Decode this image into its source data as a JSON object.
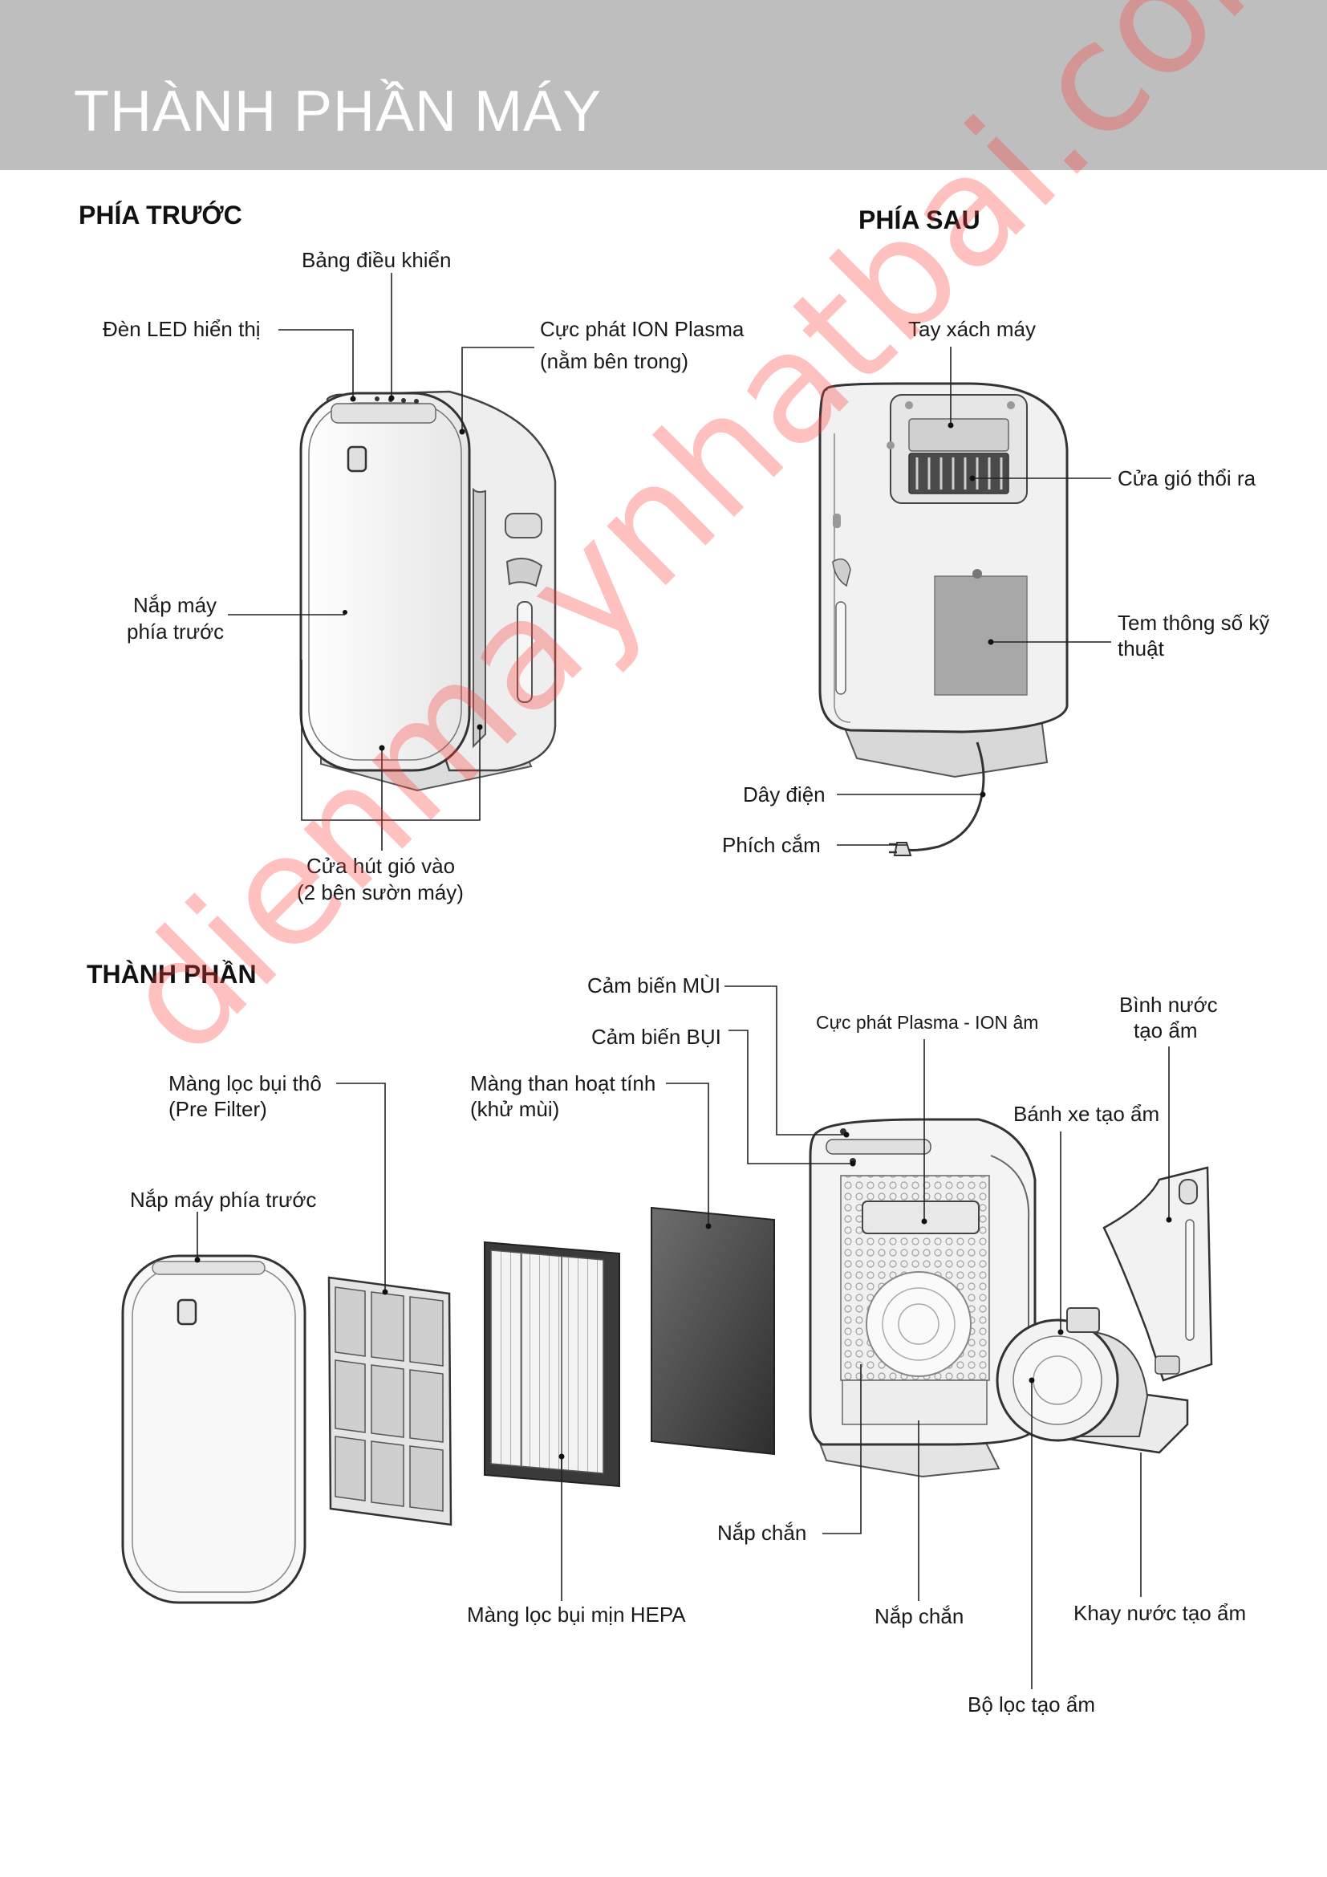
{
  "page": {
    "title": "THÀNH PHẦN MÁY"
  },
  "front": {
    "heading": "PHÍA TRƯỚC",
    "labels": {
      "control_panel": "Bảng điều khiển",
      "led": "Đèn LED hiển thị",
      "ion_plasma_line1": "Cực phát ION Plasma",
      "ion_plasma_line2": "(nằm bên trong)",
      "front_cover_line1": "Nắp máy",
      "front_cover_line2": "phía trước",
      "air_intake_line1": "Cửa hút gió vào",
      "air_intake_line2": "(2 bên sườn máy)"
    }
  },
  "back": {
    "heading": "PHÍA SAU",
    "labels": {
      "handle": "Tay xách máy",
      "air_outlet": "Cửa gió thổi ra",
      "spec_label_line1": "Tem thông số kỹ",
      "spec_label_line2": "thuật",
      "power_cord": "Dây điện",
      "plug": "Phích cắm"
    }
  },
  "parts": {
    "heading": "THÀNH PHẦN",
    "labels": {
      "odor_sensor": "Cảm biến MÙI",
      "dust_sensor": "Cảm biến BỤI",
      "plasma_ion": "Cực phát Plasma - ION âm",
      "water_tank_line1": "Bình nước",
      "water_tank_line2": "tạo ẩm",
      "humidify_wheel": "Bánh xe tạo ẩm",
      "pre_filter_line1": "Màng lọc bụi thô",
      "pre_filter_line2": "(Pre Filter)",
      "carbon_line1": "Màng than hoạt tính",
      "carbon_line2": "(khử mùi)",
      "front_cover": "Nắp máy phía trước",
      "cover_a": "Nắp chắn",
      "hepa": "Màng lọc bụi mịn HEPA",
      "cover_b": "Nắp chắn",
      "water_tray": "Khay nước tạo ẩm",
      "humidify_filter": "Bộ lọc tạo ẩm"
    }
  },
  "watermark": "dienmaynhatbai.com",
  "colors": {
    "banner": "#bebebe",
    "watermark": "#ff3c3c"
  }
}
